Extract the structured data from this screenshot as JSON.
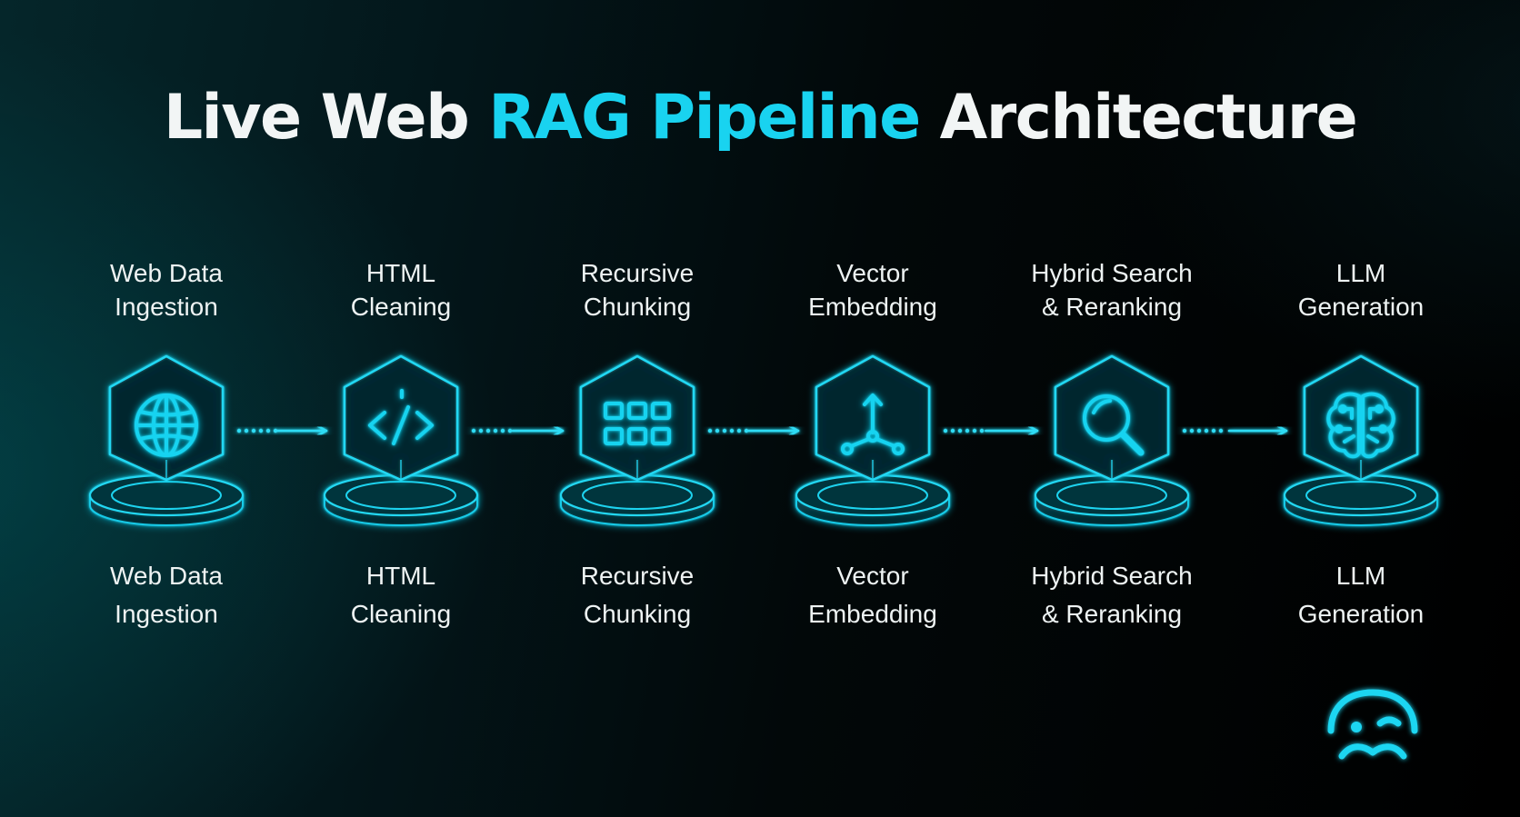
{
  "title": {
    "part1": "Live Web ",
    "accent": "RAG Pipeline",
    "part2": " Architecture"
  },
  "colors": {
    "accent": "#19d3f0",
    "text": "#eef3f3",
    "background": "#020809",
    "node_glow": "#14c8e6"
  },
  "steps": [
    {
      "id": "web-data-ingestion",
      "icon": "globe-icon",
      "top": [
        "Web Data",
        "Ingestion"
      ],
      "bottom": [
        "Web Data",
        "Ingestion"
      ]
    },
    {
      "id": "html-cleaning",
      "icon": "code-icon",
      "top": [
        "HTML",
        "Cleaning"
      ],
      "bottom": [
        "HTML",
        "Cleaning"
      ]
    },
    {
      "id": "recursive-chunking",
      "icon": "grid-icon",
      "top": [
        "Recursive",
        "Chunking"
      ],
      "bottom": [
        "Recursive",
        "Chunking"
      ]
    },
    {
      "id": "vector-embedding",
      "icon": "vector-icon",
      "top": [
        "Vector",
        "Embedding"
      ],
      "bottom": [
        "Vector",
        "Embedding"
      ]
    },
    {
      "id": "hybrid-search-reranking",
      "icon": "search-icon",
      "top": [
        "Hybrid Search",
        "& Reranking"
      ],
      "bottom": [
        "Hybrid Search",
        "& Reranking"
      ]
    },
    {
      "id": "llm-generation",
      "icon": "brain-icon",
      "top": [
        "LLM",
        "Generation"
      ],
      "bottom": [
        "LLM",
        "Generation"
      ]
    }
  ],
  "logo": {
    "icon": "mascot-logo-icon"
  }
}
